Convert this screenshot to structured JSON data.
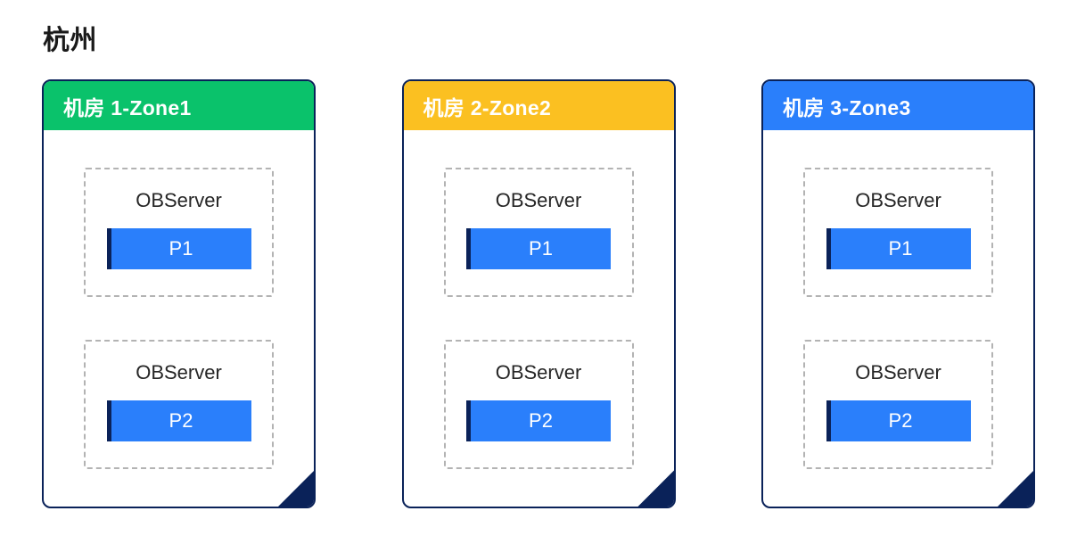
{
  "region": {
    "title": "杭州"
  },
  "theme": {
    "card_border": "#0a2259",
    "fold_corner": "#0a2259",
    "partition_fill": "#2a7ffb",
    "partition_accent": "#0a2259",
    "dashed_border": "#b3b3b3",
    "page_background": "#ffffff",
    "header_text": "#ffffff",
    "body_text": "#262626"
  },
  "zones": [
    {
      "header_label": "机房 1-Zone1",
      "header_color": "#0ac26b",
      "servers": [
        {
          "label": "OBServer",
          "partition": "P1"
        },
        {
          "label": "OBServer",
          "partition": "P2"
        }
      ]
    },
    {
      "header_label": "机房 2-Zone2",
      "header_color": "#fbc021",
      "servers": [
        {
          "label": "OBServer",
          "partition": "P1"
        },
        {
          "label": "OBServer",
          "partition": "P2"
        }
      ]
    },
    {
      "header_label": "机房 3-Zone3",
      "header_color": "#2a7ffb",
      "servers": [
        {
          "label": "OBServer",
          "partition": "P1"
        },
        {
          "label": "OBServer",
          "partition": "P2"
        }
      ]
    }
  ]
}
